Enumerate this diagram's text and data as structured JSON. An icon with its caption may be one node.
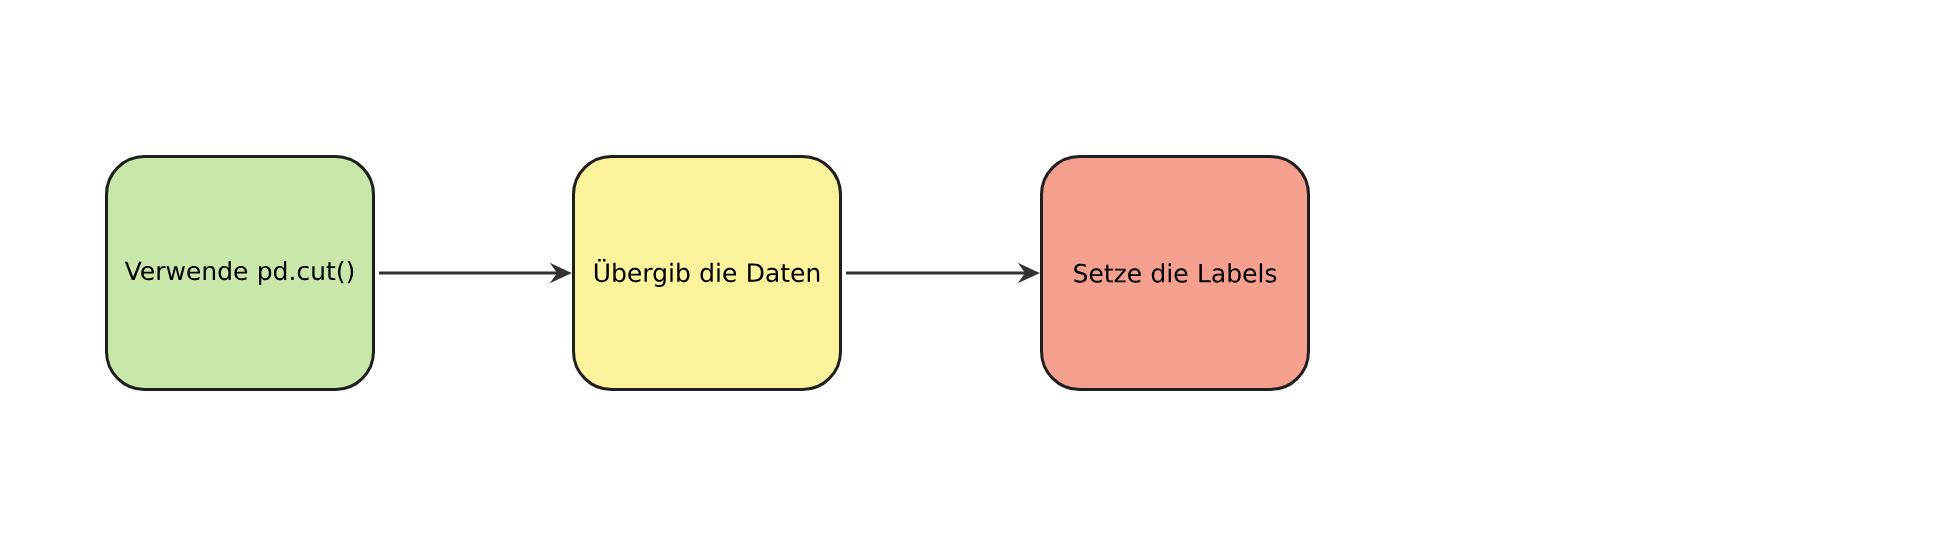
{
  "diagram": {
    "nodes": [
      {
        "text": [
          "Verwende pd.cut()"
        ]
      },
      {
        "text": [
          "Übergib die Daten"
        ]
      },
      {
        "text": [
          "Setze die Labels"
        ]
      }
    ],
    "edges": [
      {
        "from": 0,
        "to": 1,
        "arrow": "to"
      },
      {
        "from": 1,
        "to": 2,
        "arrow": "to"
      }
    ]
  }
}
